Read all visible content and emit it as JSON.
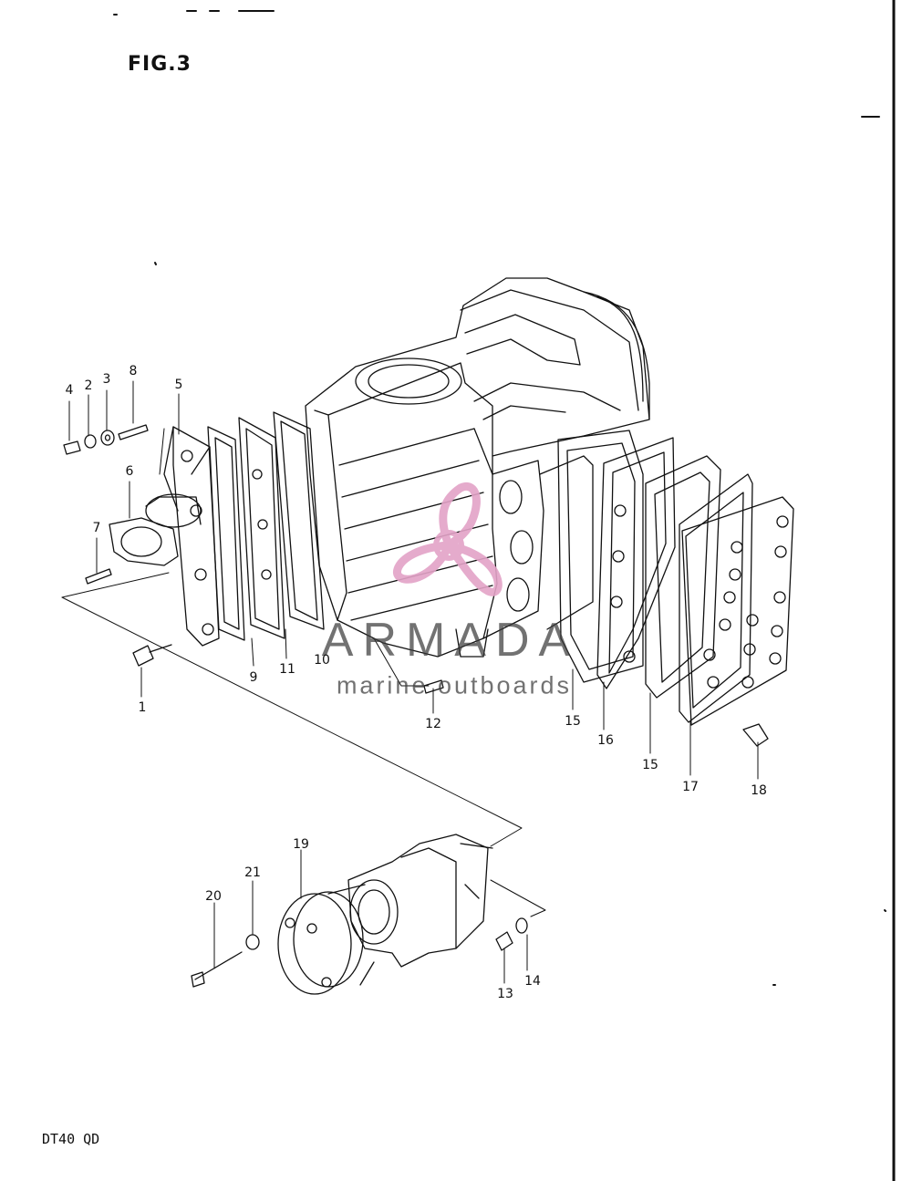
{
  "figure_title": "FIG.3",
  "model_code": "DT40 QD",
  "watermark": {
    "title": "ARMADA",
    "subtitle": "marine outboards",
    "logo_icon": "propeller-icon",
    "logo_color": "#e3a3c7"
  },
  "callouts": [
    {
      "id": "1",
      "text": "1"
    },
    {
      "id": "2",
      "text": "2"
    },
    {
      "id": "3",
      "text": "3"
    },
    {
      "id": "4",
      "text": "4"
    },
    {
      "id": "5",
      "text": "5"
    },
    {
      "id": "6",
      "text": "6"
    },
    {
      "id": "7",
      "text": "7"
    },
    {
      "id": "8",
      "text": "8"
    },
    {
      "id": "9",
      "text": "9"
    },
    {
      "id": "10",
      "text": "10"
    },
    {
      "id": "11",
      "text": "11"
    },
    {
      "id": "12",
      "text": "12"
    },
    {
      "id": "13",
      "text": "13"
    },
    {
      "id": "14",
      "text": "14"
    },
    {
      "id": "15a",
      "text": "15"
    },
    {
      "id": "15b",
      "text": "15"
    },
    {
      "id": "16",
      "text": "16"
    },
    {
      "id": "17",
      "text": "17"
    },
    {
      "id": "18",
      "text": "18"
    },
    {
      "id": "19",
      "text": "19"
    },
    {
      "id": "20",
      "text": "20"
    },
    {
      "id": "21",
      "text": "21"
    }
  ]
}
